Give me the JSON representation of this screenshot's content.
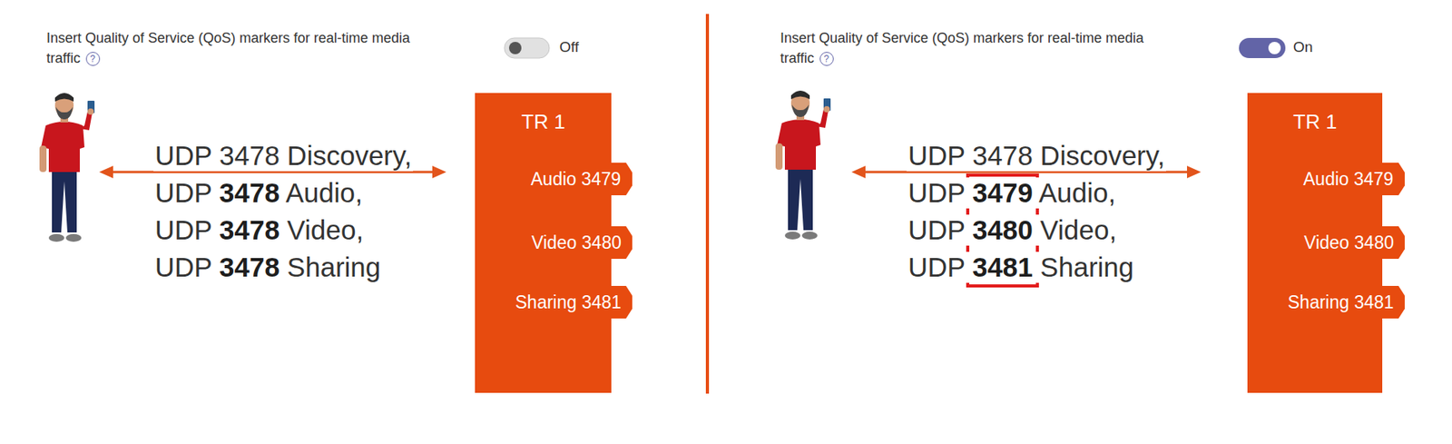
{
  "diagram": {
    "nodes": [
      {
        "text": [
          "TR 1"
        ]
      },
      {
        "text": [
          "Audio 3479"
        ],
        "in": 0
      },
      {
        "text": [
          "Video 3480"
        ],
        "in": 0
      },
      {
        "text": [
          "Sharing 3481"
        ],
        "in": 0
      },
      {
        "text": [
          "TR 1"
        ]
      },
      {
        "text": [
          "Audio 3479"
        ],
        "in": 4
      },
      {
        "text": [
          "Video 3480"
        ],
        "in": 4
      },
      {
        "text": [
          "Sharing 3481"
        ],
        "in": 4
      }
    ],
    "labels": [
      "Insert Quality of Service (QoS) markers for real-time media traffic",
      "?",
      "Off",
      "UDP 3478 Discovery,",
      "UDP 3478 Audio,",
      "UDP 3478 Video,",
      "UDP 3478 Sharing",
      "Insert Quality of Service (QoS) markers for real-time media traffic",
      "?",
      "On",
      "UDP 3478 Discovery,",
      "UDP 3479 Audio,",
      "UDP 3480 Video,",
      "UDP 3481 Sharing"
    ]
  }
}
